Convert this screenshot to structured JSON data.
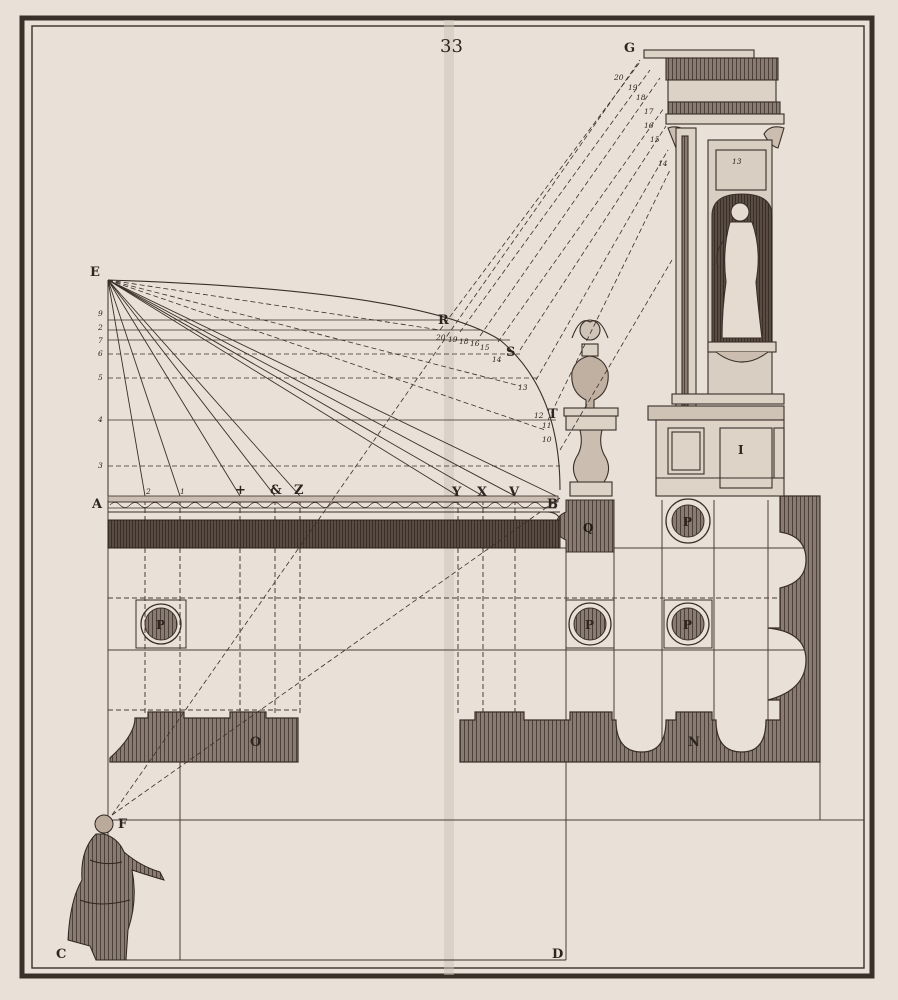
{
  "page_number": "33",
  "point_labels": {
    "A": "A",
    "B": "B",
    "C": "C",
    "D": "D",
    "E": "E",
    "F": "F",
    "G": "G",
    "R": "R",
    "S": "S",
    "T": "T",
    "I": "I",
    "N": "N",
    "O": "O",
    "Q": "Q",
    "V": "V",
    "X": "X",
    "Y": "Y",
    "Z": "Z",
    "amp": "&",
    "plus": "+",
    "one": "1",
    "two": "2"
  },
  "column_label": "P",
  "scale_left": [
    "9",
    "2",
    "7",
    "6",
    "5",
    "4",
    "3"
  ],
  "arc_numbers": [
    "20",
    "19",
    "18",
    "16",
    "15",
    "14",
    "13",
    "12",
    "11",
    "10"
  ],
  "top_numbers": [
    "20",
    "19",
    "18",
    "17",
    "16",
    "15",
    "14"
  ],
  "niche_number": "13",
  "colors": {
    "paper": "#ece4da",
    "ink": "#2e2520",
    "frame": "#3a2f29",
    "hatch": "#6b5c51"
  }
}
